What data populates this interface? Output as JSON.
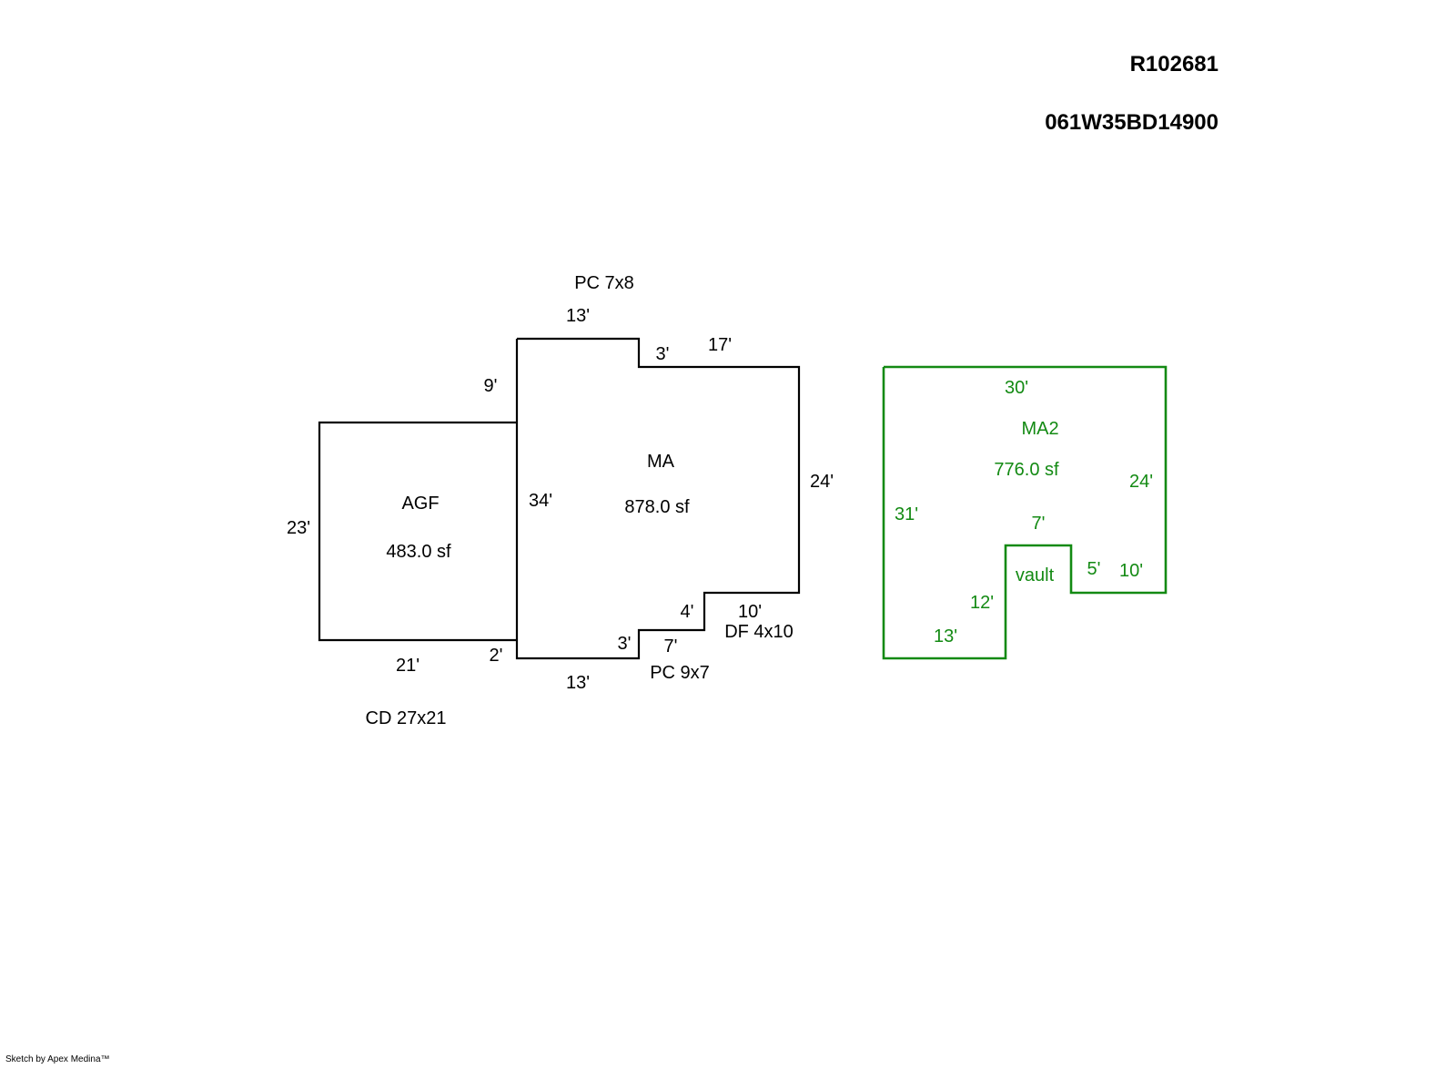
{
  "header": {
    "account_id": "R102681",
    "map_tax_lot": "061W35BD14900"
  },
  "colors": {
    "main_structure": "#000000",
    "second_structure": "#138a13"
  },
  "areas": {
    "agf": {
      "name": "AGF",
      "area": "483.0 sf",
      "dims": {
        "left": "23'",
        "bottom": "21'"
      }
    },
    "ma": {
      "name": "MA",
      "area": "878.0 sf",
      "dims": {
        "top_left": "13'",
        "notch_top": "3'",
        "top_right": "17'",
        "upper_left": "9'",
        "left": "34'",
        "right": "24'",
        "lower_left": "2'",
        "bottom_left": "13'",
        "bottom_step": "3'",
        "bottom_mid": "7'",
        "step_up": "4'",
        "bottom_right": "10'"
      }
    },
    "ma2": {
      "name": "MA2",
      "area": "776.0 sf",
      "dims": {
        "top": "30'",
        "left": "31'",
        "right": "24'",
        "notch_top": "7'",
        "notch_right": "5'",
        "bottom_right": "10'",
        "notch_left": "12'",
        "bottom_left": "13'"
      },
      "vault_label": "vault"
    }
  },
  "annotations": {
    "pc_top": "PC  7x8",
    "pc_bottom": "PC  9x7",
    "df": "DF  4x10",
    "cd": "CD  27x21"
  },
  "footer": {
    "credit": "Sketch by Apex Medina™"
  }
}
